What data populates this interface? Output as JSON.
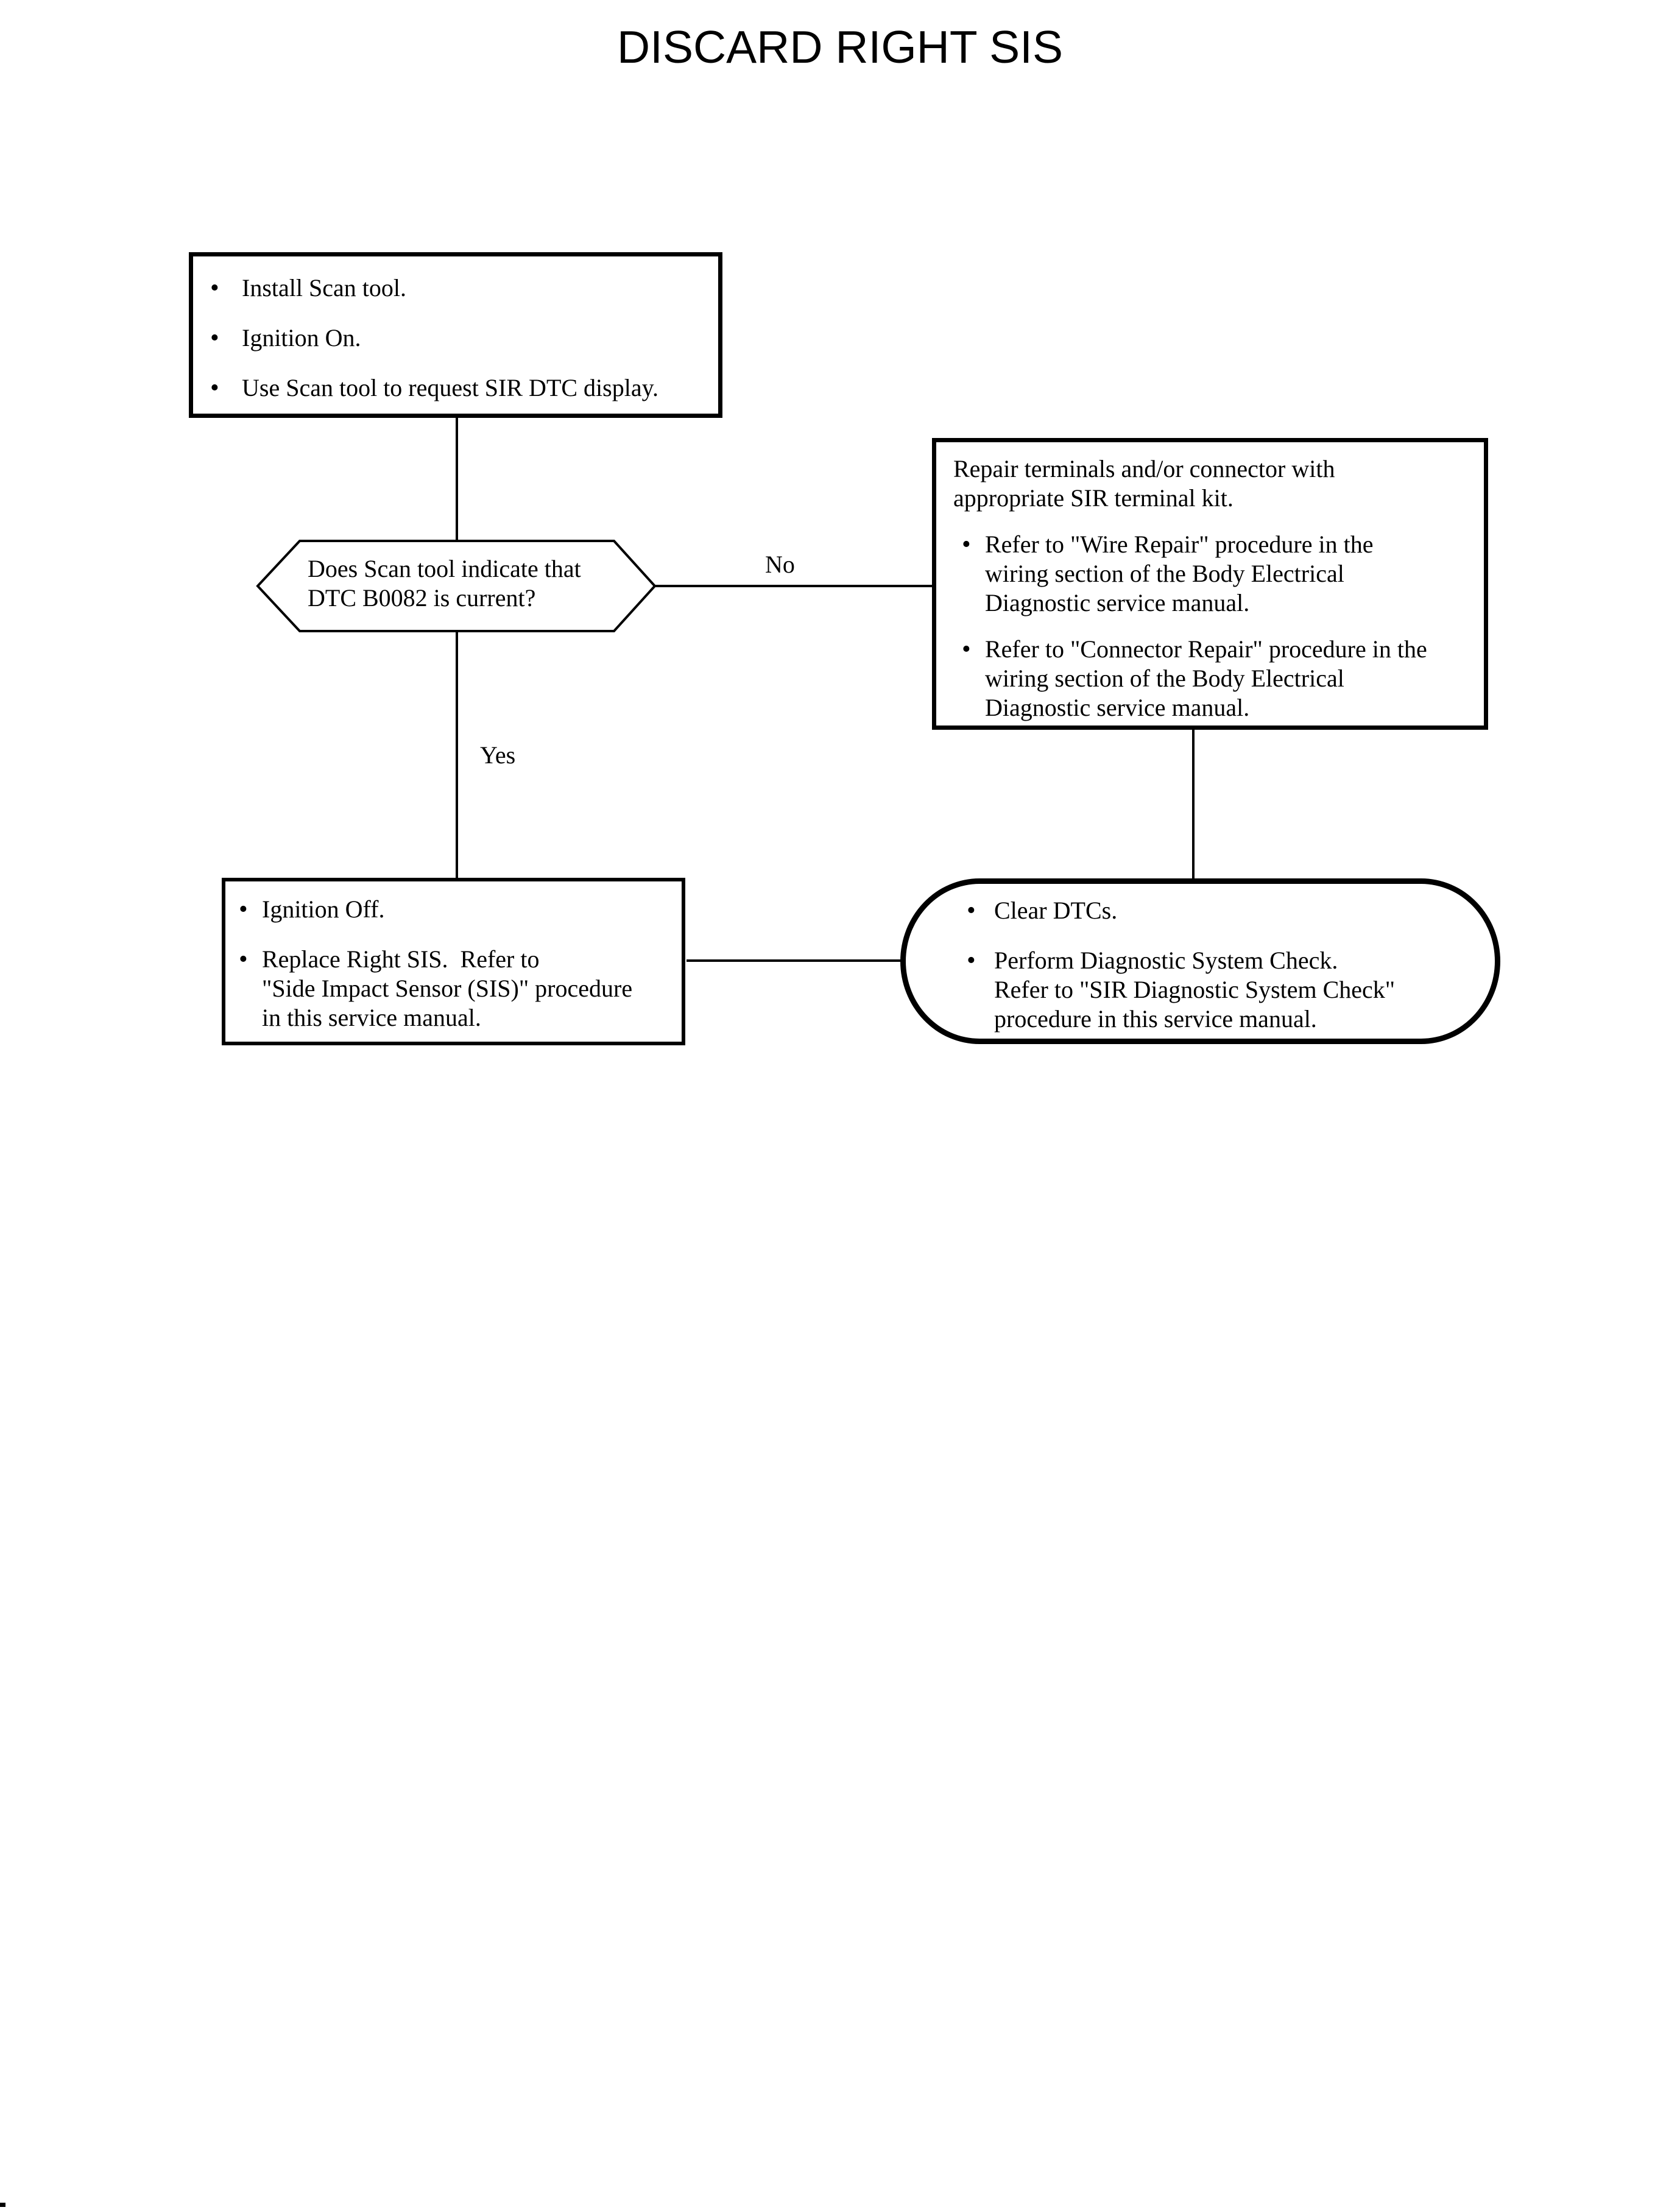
{
  "icons": {
    "bullet": "•"
  },
  "flowchart": {
    "title": "DISCARD RIGHT SIS",
    "start_box": {
      "bullets": [
        "Install Scan tool.",
        "Ignition On.",
        "Use Scan tool to request SIR DTC display."
      ]
    },
    "decision": {
      "lines": [
        "Does Scan tool indicate that",
        "DTC B0082 is current?"
      ]
    },
    "no_label": "No",
    "yes_label": "Yes",
    "repair_box": {
      "intro_lines": [
        "Repair terminals and/or connector with",
        "appropriate SIR terminal kit."
      ],
      "bullets": [
        {
          "lines": [
            "Refer to \"Wire Repair\" procedure in the",
            "wiring section of the Body Electrical",
            "Diagnostic service manual."
          ]
        },
        {
          "lines": [
            "Refer to \"Connector Repair\" procedure in the",
            "wiring section of the Body Electrical",
            "Diagnostic service manual."
          ]
        }
      ]
    },
    "replace_box": {
      "bullets": [
        {
          "lines": [
            "Ignition Off."
          ]
        },
        {
          "lines": [
            "Replace Right SIS.  Refer to",
            "\"Side Impact Sensor (SIS)\" procedure",
            "in this service manual."
          ]
        }
      ]
    },
    "end_box": {
      "bullets": [
        {
          "lines": [
            "Clear DTCs."
          ]
        },
        {
          "lines": [
            "Perform Diagnostic System Check.",
            "Refer to \"SIR Diagnostic System Check\"",
            "procedure in this service manual."
          ]
        }
      ]
    }
  }
}
